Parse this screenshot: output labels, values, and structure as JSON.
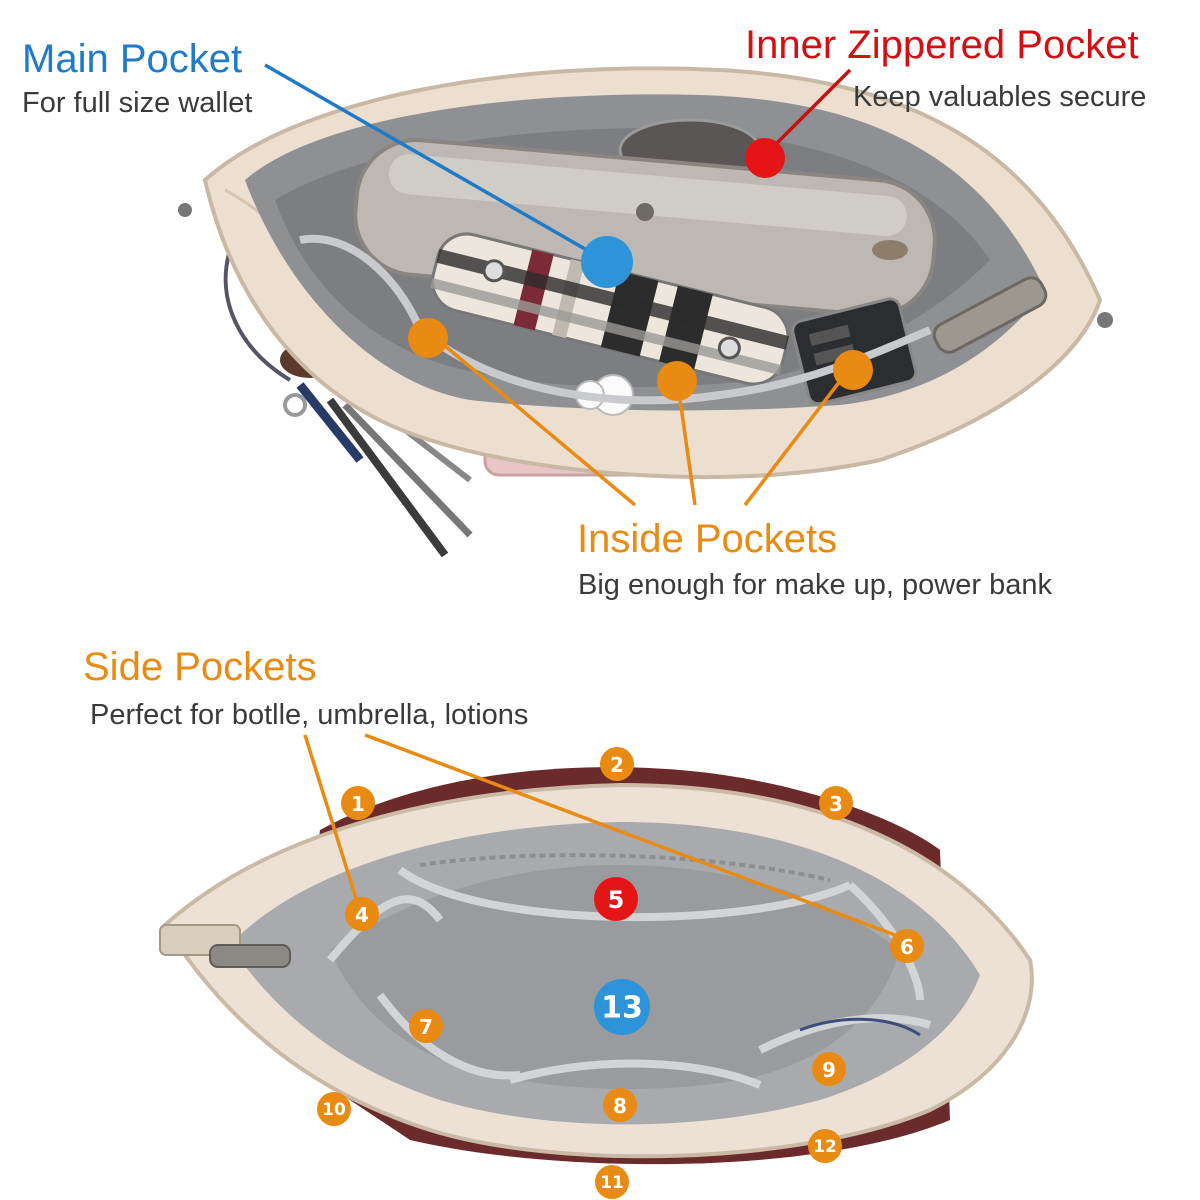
{
  "colors": {
    "main": "#1f7ac8",
    "inner": "#d40f12",
    "orange": "#e98a12",
    "blue_dot": "#2d94da",
    "red_dot": "#e61515",
    "canvas_beige": "#ece1d4",
    "lining_gray": "#a9aaad",
    "burgundy": "#6b2b2a"
  },
  "callouts": {
    "main_pocket": {
      "title": "Main Pocket",
      "subtitle": "For full size wallet"
    },
    "inner_zippered": {
      "title": "Inner Zippered Pocket",
      "subtitle": "Keep valuables secure"
    },
    "inside_pockets": {
      "title": "Inside Pockets",
      "subtitle": "Big enough for make up, power bank"
    },
    "side_pockets": {
      "title": "Side Pockets",
      "subtitle": "Perfect for botlle, umbrella, lotions"
    }
  },
  "pocket_markers": [
    "1",
    "2",
    "3",
    "4",
    "5",
    "6",
    "7",
    "8",
    "9",
    "10",
    "11",
    "12",
    "13"
  ]
}
